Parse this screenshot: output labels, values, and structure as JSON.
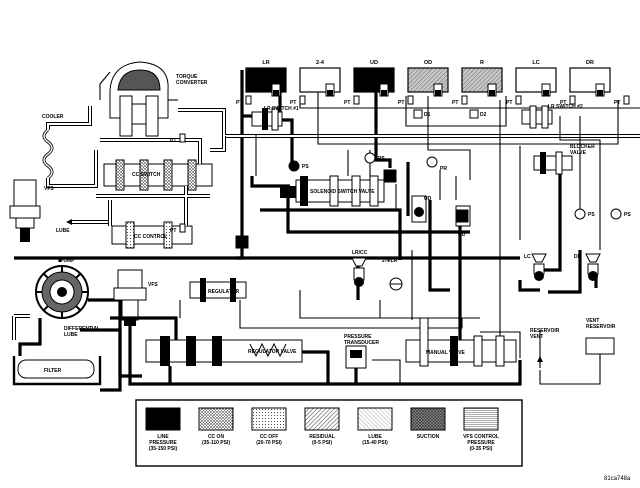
{
  "colors": {
    "line": "#000000",
    "residual": "#bdbdbd",
    "suction": "#7a7a7a",
    "background": "#ffffff"
  },
  "clutches": [
    {
      "id": "lr",
      "label": "LR",
      "fill": "line"
    },
    {
      "id": "c24",
      "label": "2-4",
      "fill": "empty"
    },
    {
      "id": "ud",
      "label": "UD",
      "fill": "line"
    },
    {
      "id": "od",
      "label": "OD",
      "fill": "residual"
    },
    {
      "id": "r",
      "label": "R",
      "fill": "residual"
    },
    {
      "id": "lc",
      "label": "LC",
      "fill": "empty"
    },
    {
      "id": "dr",
      "label": "DR",
      "fill": "empty"
    }
  ],
  "labels": {
    "torque_converter": "TORQUE\nCONVERTER",
    "cooler": "COOLER",
    "vfs_left": "VFS",
    "lube": "LUBE",
    "cc_switch": "CC SWITCH",
    "cc_control": "CC CONTROL",
    "pump": "PUMP",
    "differential_lube": "DIFFERENTIAL\nLUBE",
    "filter": "FILTER",
    "vfs_mid": "VFS",
    "tc_regulator": "TC REGULATOR",
    "regulator_valve": "REGULATOR VALVE",
    "lr_switch_1": "LR SWITCH #1",
    "lr_switch_2": "LR SWITCH #2",
    "solenoid_switch_valve": "SOLENOID SWITCH VALVE",
    "blocker_valve": "BLOCKER\nVALVE",
    "lr_cc": "LR/CC",
    "c24_lr": "2-4/LR",
    "ud_sol": "UD",
    "od_sol": "OD",
    "lc_sol": "LC",
    "dr_sol": "DR",
    "pressure_transducer": "PRESSURE\nTRANSDUCER",
    "manual_valve": "MANUAL VALVE",
    "reservoir_vent": "RESERVOIR\nVENT",
    "vent_reservoir": "VENT\nRESERVOIR",
    "pt": "PT",
    "ps": "PS",
    "pr": "PR",
    "d1": "D1",
    "d2": "D2",
    "part_number": "81ca748a"
  },
  "legend": [
    {
      "label": "LINE\nPRESSURE\n(35-150 PSI)",
      "pattern": "solid"
    },
    {
      "label": "CC ON\n(35-110 PSI)",
      "pattern": "dots-dense"
    },
    {
      "label": "CC OFF\n(20-70 PSI)",
      "pattern": "dots-light"
    },
    {
      "label": "RESIDUAL\n(0-5 PSI)",
      "pattern": "hatch"
    },
    {
      "label": "LUBE\n(15-40 PSI)",
      "pattern": "hatch-light"
    },
    {
      "label": "SUCTION",
      "pattern": "crosshatch"
    },
    {
      "label": "VFS CONTROL\nPRESSURE\n(0-35 PSI)",
      "pattern": "lines-h"
    }
  ]
}
